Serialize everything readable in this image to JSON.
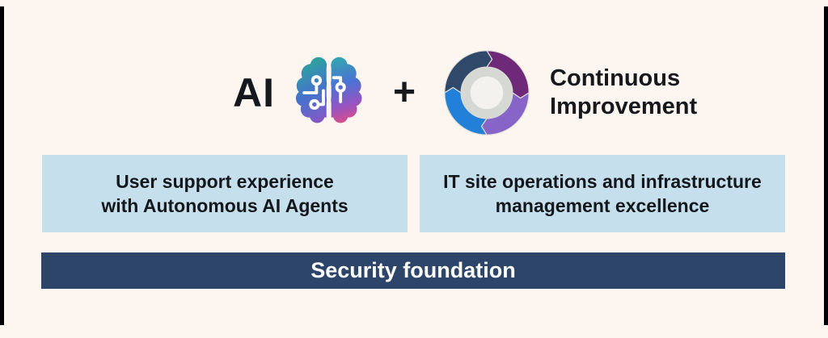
{
  "header": {
    "ai_label": "AI",
    "plus_label": "+",
    "brain_icon": "ai-brain-circuit-icon",
    "cycle_icon": "continuous-improvement-cycle-icon",
    "cycle_title_line1": "Continuous",
    "cycle_title_line2": "Improvement"
  },
  "pillars": [
    {
      "line1": "User support experience",
      "line2": "with Autonomous AI Agents"
    },
    {
      "line1": "IT site operations and infrastructure",
      "line2": "management excellence"
    }
  ],
  "foundation": {
    "label": "Security foundation"
  },
  "colors": {
    "background_cream": "#fdf5ef",
    "edge_stripe_black": "#000000",
    "pillar_light_blue": "#c6dfec",
    "foundation_navy": "#2c4568",
    "text_black": "#15181c",
    "text_white": "#ffffff",
    "cycle_navy_segment": "#30496b",
    "cycle_dark_purple_segment": "#6e2a78",
    "cycle_light_purple_segment": "#8764c8",
    "cycle_blue_segment": "#2280d8",
    "cycle_gray_ring": "#d5d8d3",
    "brain_teal": "#2ca49b",
    "brain_blue": "#4b72d4",
    "brain_purple": "#8c52be",
    "brain_pink": "#e8606e"
  }
}
